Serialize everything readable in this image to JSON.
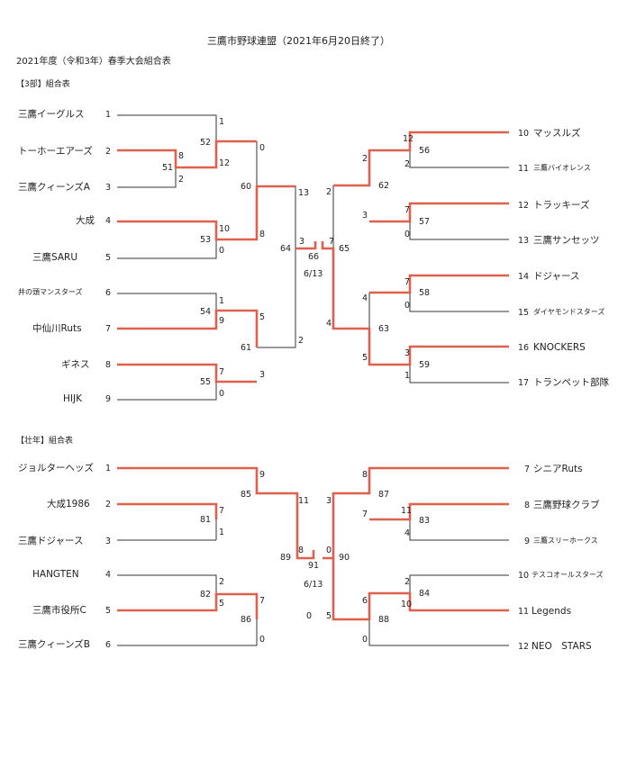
{
  "header": {
    "title": "三鷹市野球連盟（2021年6月20日終了）",
    "subtitle": "2021年度（令和3年）春季大会組合表"
  },
  "section3": {
    "label": "【3部】組合表",
    "left": [
      {
        "name": "三鷹イーグルス",
        "no": "1"
      },
      {
        "name": "トーホーエアーズ",
        "no": "2"
      },
      {
        "name": "三鷹クィーンズA",
        "no": "3"
      },
      {
        "name": "大成",
        "no": "4"
      },
      {
        "name": "三鷹SARU",
        "no": "5"
      },
      {
        "name": "井の頭マンスターズ",
        "no": "6"
      },
      {
        "name": "中仙川Ruts",
        "no": "7"
      },
      {
        "name": "ギネス",
        "no": "8"
      },
      {
        "name": "HIJK",
        "no": "9"
      }
    ],
    "right": [
      {
        "name": "マッスルズ",
        "no": "10"
      },
      {
        "name": "三鷹バイオレンス",
        "no": "11"
      },
      {
        "name": "トラッキーズ",
        "no": "12"
      },
      {
        "name": "三鷹サンセッツ",
        "no": "13"
      },
      {
        "name": "ドジャース",
        "no": "14"
      },
      {
        "name": "ダイヤモンドスターズ",
        "no": "15"
      },
      {
        "name": "KNOCKERS",
        "no": "16"
      },
      {
        "name": "トランペット部隊",
        "no": "17"
      }
    ],
    "games": [
      "51",
      "52",
      "53",
      "54",
      "55",
      "56",
      "57",
      "58",
      "59",
      "60",
      "61",
      "62",
      "63",
      "64",
      "65",
      "66"
    ],
    "scores": [
      "1",
      "8",
      "2",
      "12",
      "0",
      "10",
      "0",
      "8",
      "1",
      "9",
      "5",
      "7",
      "0",
      "3",
      "13",
      "2",
      "3",
      "2",
      "4",
      "12",
      "7",
      "0",
      "3",
      "7",
      "0",
      "1",
      "2",
      "3",
      "4",
      "5",
      "2",
      "7"
    ],
    "date": "6/13"
  },
  "section_senior": {
    "label": "【壮年】組合表",
    "left": [
      {
        "name": "ジョルターヘッズ",
        "no": "1"
      },
      {
        "name": "大成1986",
        "no": "2"
      },
      {
        "name": "三鷹ドジャース",
        "no": "3"
      },
      {
        "name": "HANGTEN",
        "no": "4"
      },
      {
        "name": "三鷹市役所C",
        "no": "5"
      },
      {
        "name": "三鷹クィーンズB",
        "no": "6"
      }
    ],
    "right": [
      {
        "name": "シニアRuts",
        "no": "7"
      },
      {
        "name": "三鷹野球クラブ",
        "no": "8"
      },
      {
        "name": "三鷹スリーホークス",
        "no": "9"
      },
      {
        "name": "テスコオールスターズ",
        "no": "10"
      },
      {
        "name": "Legends",
        "no": "11"
      },
      {
        "name": "NEO　STARS",
        "no": "12"
      }
    ],
    "games": [
      "81",
      "82",
      "83",
      "84",
      "85",
      "86",
      "87",
      "88",
      "89",
      "90",
      "91"
    ],
    "scores": [
      "9",
      "7",
      "1",
      "11",
      "2",
      "5",
      "7",
      "0",
      "8",
      "0",
      "3",
      "8",
      "11",
      "4",
      "2",
      "10",
      "7",
      "6",
      "0",
      "0",
      "5"
    ],
    "date": "6/13"
  },
  "colors": {
    "win": "#e0604e",
    "line": "#333333"
  }
}
